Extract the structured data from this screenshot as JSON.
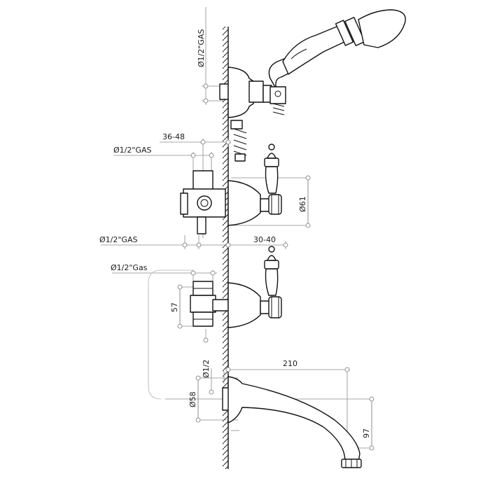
{
  "diagram": {
    "labels": {
      "hand_shower_inlet": "Ø1/2\"GAS",
      "wall_depth": "36-48",
      "diverter_inlet": "Ø1/2\"GAS",
      "escutcheon_diameter": "Ø61",
      "lower_inlet": "Ø1/2\"GAS",
      "valve_projection": "30-40",
      "valve_inlet": "Ø1/2\"Gas",
      "valve_height": "57",
      "spout_thread": "Ø1/2",
      "spout_length": "210",
      "spout_flange": "Ø58",
      "spout_height": "97"
    }
  }
}
